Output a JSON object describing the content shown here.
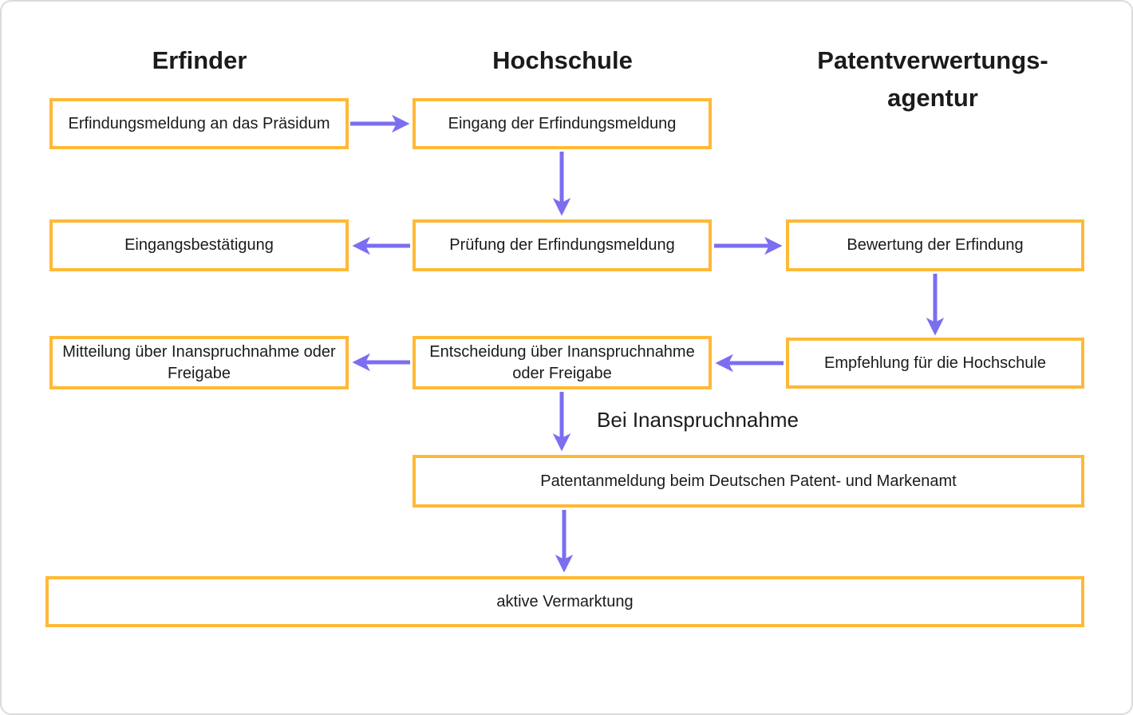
{
  "colors": {
    "box_border": "#FFB937",
    "arrow": "#7B6EF0",
    "text": "#1b1b1b",
    "page_frame": "#dbdbdb"
  },
  "columns": {
    "erfinder": {
      "header": "Erfinder"
    },
    "hochschule": {
      "header": "Hochschule"
    },
    "patentverwertungsagentur": {
      "header_line1": "Patentverwertungs-",
      "header_line2": "agentur"
    }
  },
  "nodes": {
    "erfindungsmeldung": {
      "label": "Erfindungsmeldung an das Präsidum"
    },
    "eingang": {
      "label": "Eingang der Erfindungsmeldung"
    },
    "eingangsbestaetigung": {
      "label": "Eingangsbestätigung"
    },
    "pruefung": {
      "label": "Prüfung der Erfindungsmeldung"
    },
    "bewertung": {
      "label": "Bewertung der Erfindung"
    },
    "mitteilung": {
      "label": "Mitteilung über Inanspruchnahme oder Freigabe"
    },
    "entscheidung": {
      "label": "Entscheidung über Inanspruchnahme oder Freigabe"
    },
    "empfehlung": {
      "label": "Empfehlung für die Hochschule"
    },
    "patentanmeldung": {
      "label": "Patentanmeldung beim Deutschen Patent- und Markenamt"
    },
    "vermarktung": {
      "label": "aktive Vermarktung"
    }
  },
  "labels": {
    "bei_inanspruchnahme": "Bei Inanspruchnahme"
  }
}
